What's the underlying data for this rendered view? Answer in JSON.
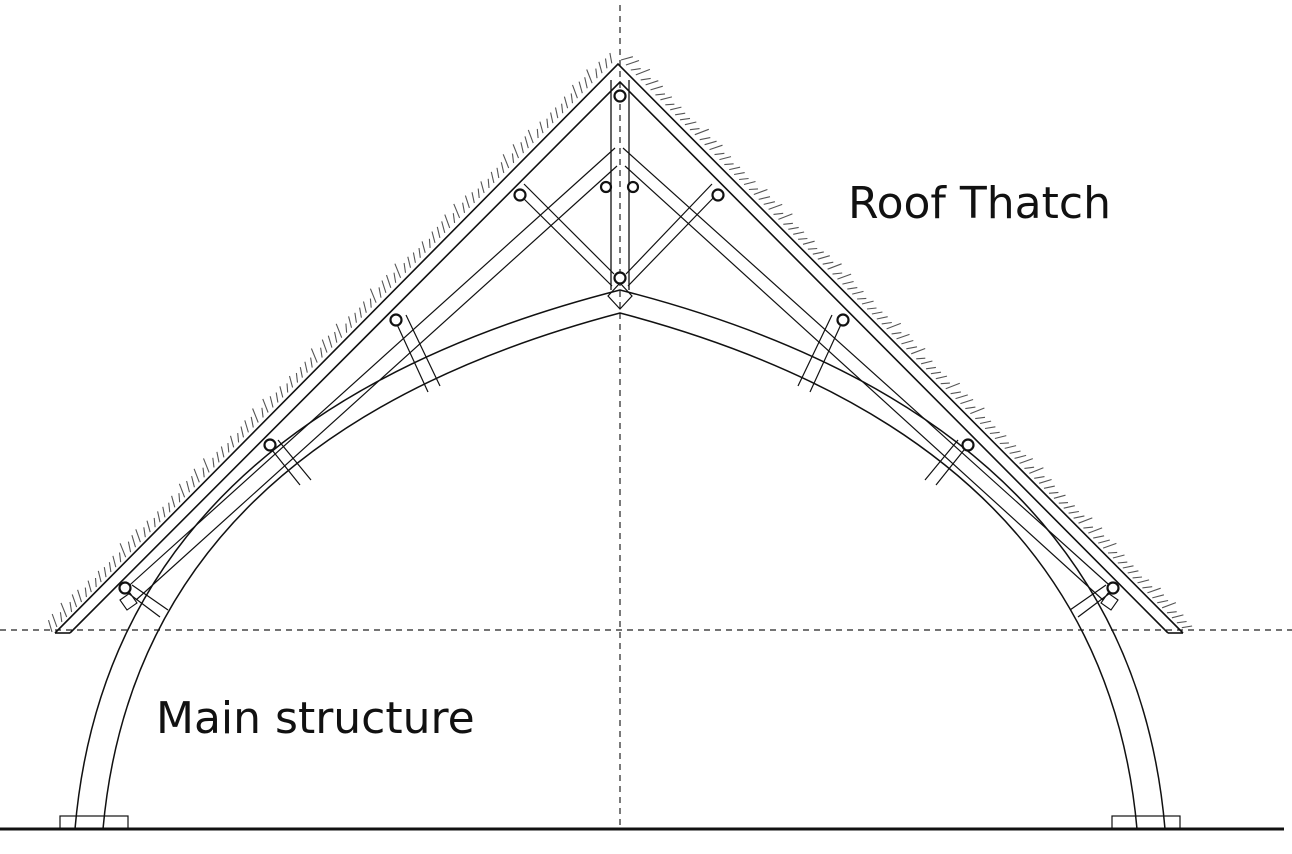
{
  "labels": {
    "roof_thatch": "Roof Thatch",
    "main_structure": "Main structure"
  },
  "colors": {
    "line": "#111111",
    "thatch": "#555555",
    "background": "#ffffff"
  },
  "style": {
    "drawing_type": "roof truss cross-section elevation",
    "centerline": "dashed vertical",
    "eave_line": "dashed horizontal",
    "ground_line": "solid"
  }
}
